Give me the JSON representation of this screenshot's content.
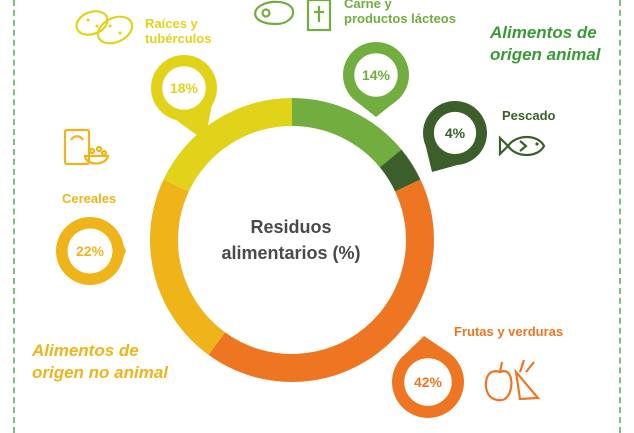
{
  "colors": {
    "fruits": "#ee7623",
    "cereals": "#f0b41b",
    "roots": "#e1d31a",
    "meat_dairy": "#72ad3f",
    "fish": "#3c5e2b",
    "animal_text": "#3c9a36",
    "non_animal_text": "#f0b41b",
    "dashed_border": "#7cc07f"
  },
  "labels": {
    "center_line1": "Residuos",
    "center_line2": "alimentarios (%)",
    "group_animal_line1": "Alimentos de",
    "group_animal_line2": "origen animal",
    "group_non_animal_line1": "Alimentos de",
    "group_non_animal_line2": "origen no animal",
    "roots_line1": "Raíces y",
    "roots_line2": "tubérculos",
    "meat_line1": "Carne y",
    "meat_line2": "productos lácteos",
    "fish": "Pescado",
    "cereals": "Cereales",
    "fruits": "Frutas y verduras"
  },
  "icons": [
    "potato-icon",
    "steak-icon",
    "milk-carton-icon",
    "fish-icon",
    "cereal-box-icon",
    "fruit-vegetable-icon"
  ],
  "chart_data": {
    "type": "pie",
    "variant": "donut",
    "title": "Residuos alimentarios (%)",
    "start": "top, clockwise",
    "categories": [
      "Carne y productos lácteos",
      "Pescado",
      "Frutas y verduras",
      "Cereales",
      "Raíces y tubérculos"
    ],
    "values": [
      14,
      4,
      42,
      22,
      18
    ],
    "value_labels": [
      "14%",
      "4%",
      "42%",
      "22%",
      "18%"
    ],
    "colors": [
      "#72ad3f",
      "#3c5e2b",
      "#ee7623",
      "#f0b41b",
      "#e1d31a"
    ],
    "groups": [
      {
        "name": "Alimentos de origen animal",
        "members": [
          "Carne y productos lácteos",
          "Pescado"
        ]
      },
      {
        "name": "Alimentos de origen no animal",
        "members": [
          "Frutas y verduras",
          "Cereales",
          "Raíces y tubérculos"
        ]
      }
    ],
    "legend": "none"
  }
}
